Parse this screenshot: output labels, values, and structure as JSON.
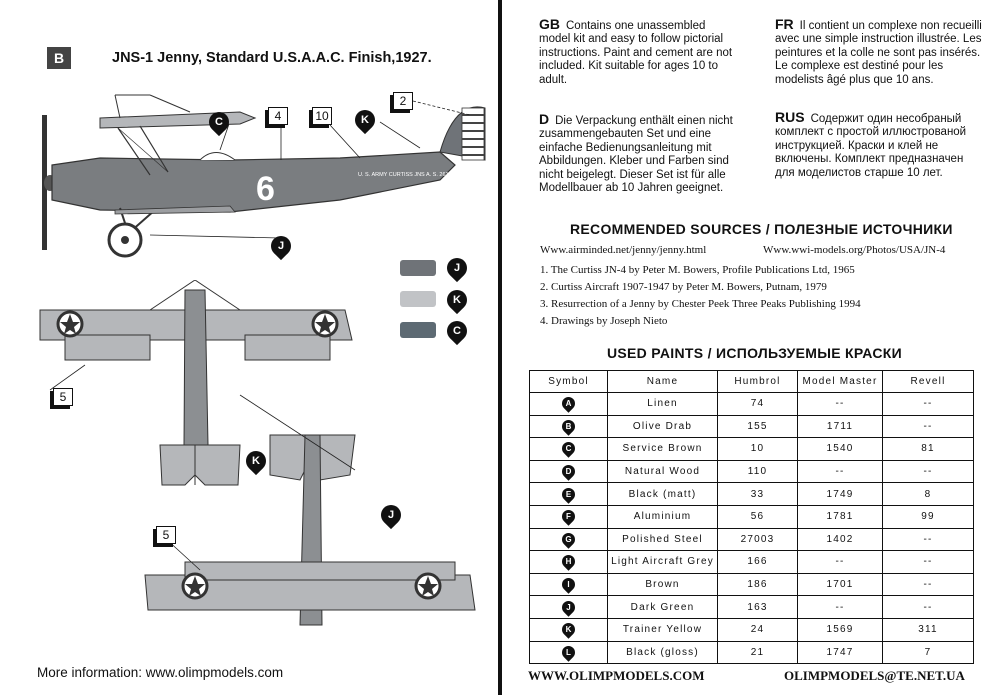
{
  "left": {
    "badge": "B",
    "title": "JNS-1 Jenny, Standard U.S.A.A.C. Finish,1927.",
    "callouts": {
      "c4": "4",
      "c10": "10",
      "c2": "2",
      "c5a": "5",
      "c5b": "5"
    },
    "drops": {
      "c1": "C",
      "k1": "K",
      "j1": "J",
      "k2": "K",
      "j2": "J"
    },
    "legend": [
      {
        "symbol": "J",
        "color": "#6f7378"
      },
      {
        "symbol": "K",
        "color": "#c1c3c6"
      },
      {
        "symbol": "C",
        "color": "#5d6a73"
      }
    ],
    "fuselage_number": "6",
    "fuselage_text": "U. S. ARMY CURTISS JNS A. S. 2612",
    "more_info": "More information: www.olimpmodels.com"
  },
  "right": {
    "gb": {
      "code": "GB",
      "text": "Contains one unassembled model kit and easy to follow pictorial instructions. Paint and cement are not included. Kit suitable for ages 10 to adult."
    },
    "fr": {
      "code": "FR",
      "text": "Il contient un complexe non recueilli avec une simple instruction illustrée. Les peintures et la colle ne sont pas insérés. Le complexe est destiné pour les modelists âgé plus que 10 ans."
    },
    "d": {
      "code": "D",
      "text": "Die Verpackung enthält einen nicht zusammengebauten Set und eine einfache Bedienungsanleitung mit Abbildungen. Kleber und Farben sind nicht beigelegt. Dieser Set ist für alle Modellbauer ab 10 Jahren geeignet."
    },
    "rus": {
      "code": "RUS",
      "text": "Содержит один несобраный комплект с простой иллюстрованой инструкцией. Краски и клей не включены. Комплект предназначен для моделистов старше 10 лет."
    },
    "sources_title": "RECOMMENDED SOURCES / ПОЛЕЗНЫЕ ИСТОЧНИКИ",
    "link1": "Www.airminded.net/jenny/jenny.html",
    "link2": "Www.wwi-models.org/Photos/USA/JN-4",
    "sources": [
      "1. The Curtiss JN-4 by Peter M. Bowers, Profile Publications Ltd, 1965",
      "2. Curtiss Aircraft 1907-1947 by Peter M. Bowers, Putnam, 1979",
      "3. Resurrection of a Jenny by Chester Peek Three Peaks Publishing 1994",
      "4. Drawings by Joseph Nieto"
    ],
    "paints_title": "USED PAINTS / ИСПОЛЬЗУЕМЫЕ КРАСКИ",
    "headers": {
      "symbol": "Symbol",
      "name": "Name",
      "humbrol": "Humbrol",
      "mm": "Model Master",
      "revell": "Revell"
    },
    "paints": [
      {
        "sym": "A",
        "name": "Linen",
        "humbrol": "74",
        "mm": "--",
        "revell": "--"
      },
      {
        "sym": "B",
        "name": "Olive Drab",
        "humbrol": "155",
        "mm": "1711",
        "revell": "--"
      },
      {
        "sym": "C",
        "name": "Service Brown",
        "humbrol": "10",
        "mm": "1540",
        "revell": "81"
      },
      {
        "sym": "D",
        "name": "Natural Wood",
        "humbrol": "110",
        "mm": "--",
        "revell": "--"
      },
      {
        "sym": "E",
        "name": "Black (matt)",
        "humbrol": "33",
        "mm": "1749",
        "revell": "8"
      },
      {
        "sym": "F",
        "name": "Aluminium",
        "humbrol": "56",
        "mm": "1781",
        "revell": "99"
      },
      {
        "sym": "G",
        "name": "Polished Steel",
        "humbrol": "27003",
        "mm": "1402",
        "revell": "--"
      },
      {
        "sym": "H",
        "name": "Light Aircraft Grey",
        "humbrol": "166",
        "mm": "--",
        "revell": "--"
      },
      {
        "sym": "I",
        "name": "Brown",
        "humbrol": "186",
        "mm": "1701",
        "revell": "--"
      },
      {
        "sym": "J",
        "name": "Dark Green",
        "humbrol": "163",
        "mm": "--",
        "revell": "--"
      },
      {
        "sym": "K",
        "name": "Trainer Yellow",
        "humbrol": "24",
        "mm": "1569",
        "revell": "311"
      },
      {
        "sym": "L",
        "name": "Black (gloss)",
        "humbrol": "21",
        "mm": "1747",
        "revell": "7"
      }
    ],
    "footer_left": "WWW.OLIMPMODELS.COM",
    "footer_right": "OLIMPMODELS@TE.NET.UA"
  }
}
